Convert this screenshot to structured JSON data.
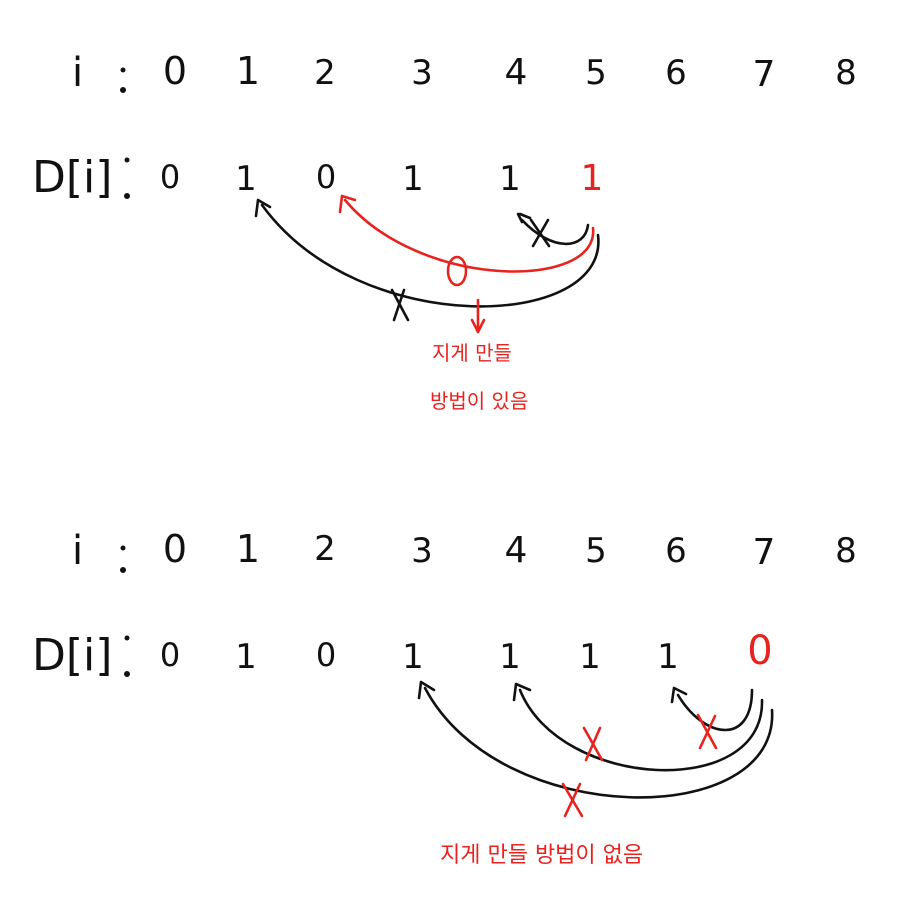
{
  "colors": {
    "ink": "#111111",
    "accent": "#e8231f",
    "background": "#ffffff"
  },
  "top": {
    "i_label": "i",
    "d_label": "D[i]",
    "indices": [
      "0",
      "1",
      "2",
      "3",
      "4",
      "5",
      "6",
      "7",
      "8"
    ],
    "d_values": [
      "0",
      "1",
      "0",
      "1",
      "1",
      "1"
    ],
    "highlight_value_index": 5,
    "circle_mark": "O",
    "annotation_line1": "지게 만들",
    "annotation_line2": "방법이 있음"
  },
  "bottom": {
    "i_label": "i",
    "d_label": "D[i]",
    "indices": [
      "0",
      "1",
      "2",
      "3",
      "4",
      "5",
      "6",
      "7",
      "8"
    ],
    "d_values": [
      "0",
      "1",
      "0",
      "1",
      "1",
      "1",
      "1",
      "0"
    ],
    "highlight_value_index": 7,
    "annotation": "지게 만들 방법이 없음"
  }
}
